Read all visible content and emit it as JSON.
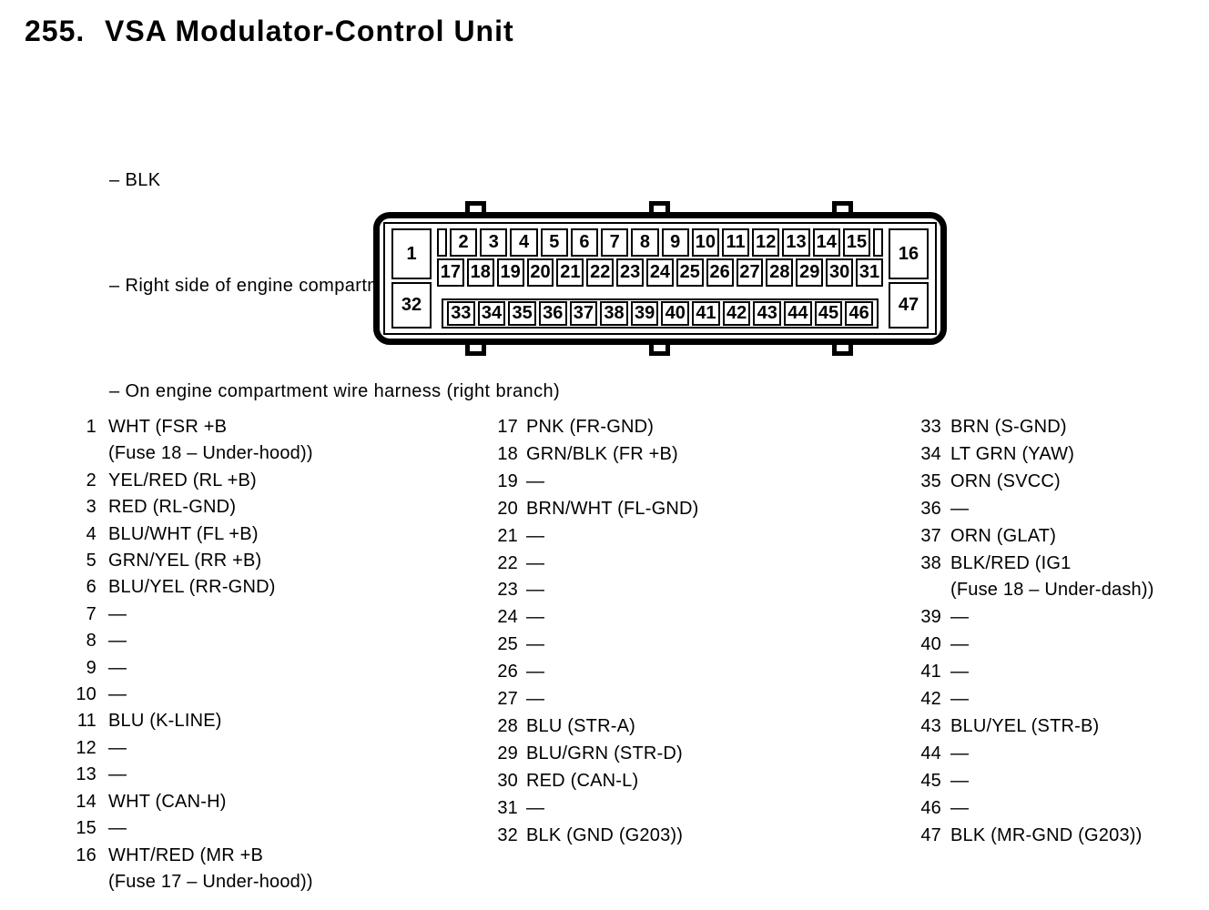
{
  "page": {
    "number_prefix": "255.",
    "title": "VSA Modulator-Control Unit",
    "bullets": [
      "– BLK",
      "– Right side of engine compartment",
      "– On engine compartment wire harness (right branch)"
    ]
  },
  "connector": {
    "corner_pins": {
      "top_left": "1",
      "bottom_left": "32",
      "top_right": "16",
      "bottom_right": "47"
    },
    "row_top": [
      "2",
      "3",
      "4",
      "5",
      "6",
      "7",
      "8",
      "9",
      "10",
      "11",
      "12",
      "13",
      "14",
      "15"
    ],
    "row_middle": [
      "17",
      "18",
      "19",
      "20",
      "21",
      "22",
      "23",
      "24",
      "25",
      "26",
      "27",
      "28",
      "29",
      "30",
      "31"
    ],
    "row_bottom": [
      "33",
      "34",
      "35",
      "36",
      "37",
      "38",
      "39",
      "40",
      "41",
      "42",
      "43",
      "44",
      "45",
      "46"
    ]
  },
  "pin_table": {
    "column1": [
      {
        "n": "1",
        "d": "WHT (FSR +B",
        "d2": "(Fuse 18 – Under-hood))"
      },
      {
        "n": "2",
        "d": "YEL/RED (RL +B)"
      },
      {
        "n": "3",
        "d": "RED (RL-GND)"
      },
      {
        "n": "4",
        "d": "BLU/WHT (FL +B)"
      },
      {
        "n": "5",
        "d": "GRN/YEL (RR +B)"
      },
      {
        "n": "6",
        "d": "BLU/YEL (RR-GND)"
      },
      {
        "n": "7",
        "d": "—"
      },
      {
        "n": "8",
        "d": "—"
      },
      {
        "n": "9",
        "d": "—"
      },
      {
        "n": "10",
        "d": "—"
      },
      {
        "n": "11",
        "d": "BLU (K-LINE)"
      },
      {
        "n": "12",
        "d": "—"
      },
      {
        "n": "13",
        "d": "—"
      },
      {
        "n": "14",
        "d": "WHT (CAN-H)"
      },
      {
        "n": "15",
        "d": "—"
      },
      {
        "n": "16",
        "d": "WHT/RED (MR +B",
        "d2": "(Fuse 17 – Under-hood))"
      }
    ],
    "column2": [
      {
        "n": "17",
        "d": "PNK (FR-GND)"
      },
      {
        "n": "18",
        "d": "GRN/BLK (FR +B)"
      },
      {
        "n": "19",
        "d": "—"
      },
      {
        "n": "20",
        "d": "BRN/WHT (FL-GND)"
      },
      {
        "n": "21",
        "d": "—"
      },
      {
        "n": "22",
        "d": "—"
      },
      {
        "n": "23",
        "d": "—"
      },
      {
        "n": "24",
        "d": "—"
      },
      {
        "n": "25",
        "d": "—"
      },
      {
        "n": "26",
        "d": "—"
      },
      {
        "n": "27",
        "d": "—"
      },
      {
        "n": "28",
        "d": "BLU (STR-A)"
      },
      {
        "n": "29",
        "d": "BLU/GRN (STR-D)"
      },
      {
        "n": "30",
        "d": "RED (CAN-L)"
      },
      {
        "n": "31",
        "d": "—"
      },
      {
        "n": "32",
        "d": "BLK (GND (G203))"
      }
    ],
    "column3": [
      {
        "n": "33",
        "d": "BRN (S-GND)"
      },
      {
        "n": "34",
        "d": "LT GRN (YAW)"
      },
      {
        "n": "35",
        "d": "ORN (SVCC)"
      },
      {
        "n": "36",
        "d": "—"
      },
      {
        "n": "37",
        "d": "ORN (GLAT)"
      },
      {
        "n": "38",
        "d": "BLK/RED (IG1",
        "d2": "(Fuse 18 – Under-dash))"
      },
      {
        "n": "39",
        "d": "—"
      },
      {
        "n": "40",
        "d": "—"
      },
      {
        "n": "41",
        "d": "—"
      },
      {
        "n": "42",
        "d": "—"
      },
      {
        "n": "43",
        "d": "BLU/YEL (STR-B)"
      },
      {
        "n": "44",
        "d": "—"
      },
      {
        "n": "45",
        "d": "—"
      },
      {
        "n": "46",
        "d": "—"
      },
      {
        "n": "47",
        "d": "BLK (MR-GND (G203))"
      }
    ]
  },
  "colors": {
    "ink": "#000000",
    "paper": "#ffffff"
  }
}
